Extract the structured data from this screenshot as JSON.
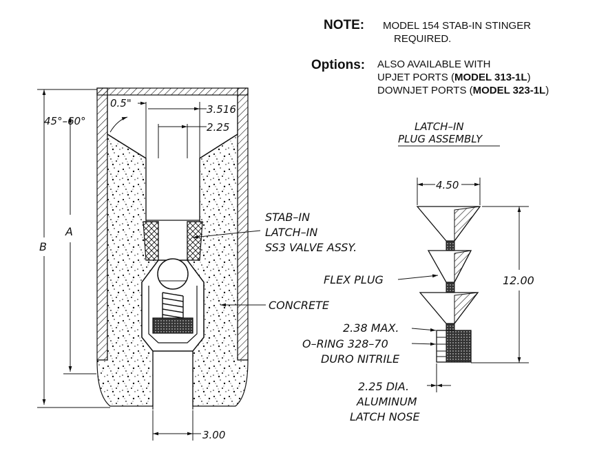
{
  "note": {
    "label": "NOTE:",
    "line1": "MODEL 154 STAB-IN STINGER",
    "line2": "REQUIRED."
  },
  "options": {
    "label": "Options:",
    "line1": "ALSO AVAILABLE WITH",
    "line2_prefix": "UPJET PORTS (",
    "line2_bold": "MODEL 313-1L",
    "line2_suffix": ")",
    "line3_prefix": "DOWNJET PORTS (",
    "line3_bold": "MODEL 323-1L",
    "line3_suffix": ")"
  },
  "left_drawing": {
    "dim_top_offset": "0.5\"",
    "dim_outer_dia": "3.516",
    "dim_inner_dia": "2.25",
    "angle": "45°–60°",
    "dim_a": "A",
    "dim_b": "B",
    "dim_bottom": "3.00",
    "callout_valve_1": "STAB–IN",
    "callout_valve_2": "LATCH–IN",
    "callout_valve_3": "SS3 VALVE ASSY.",
    "callout_concrete": "CONCRETE"
  },
  "right_drawing": {
    "title_1": "LATCH–IN",
    "title_2": "PLUG ASSEMBLY",
    "dim_width": "4.50",
    "dim_height": "12.00",
    "callout_flex": "FLEX PLUG",
    "callout_max": "2.38 MAX.",
    "callout_oring_1": "O–RING 328–70",
    "callout_oring_2": "DURO NITRILE",
    "callout_nose_1": "2.25 DIA.",
    "callout_nose_2": "ALUMINUM",
    "callout_nose_3": "LATCH NOSE"
  }
}
